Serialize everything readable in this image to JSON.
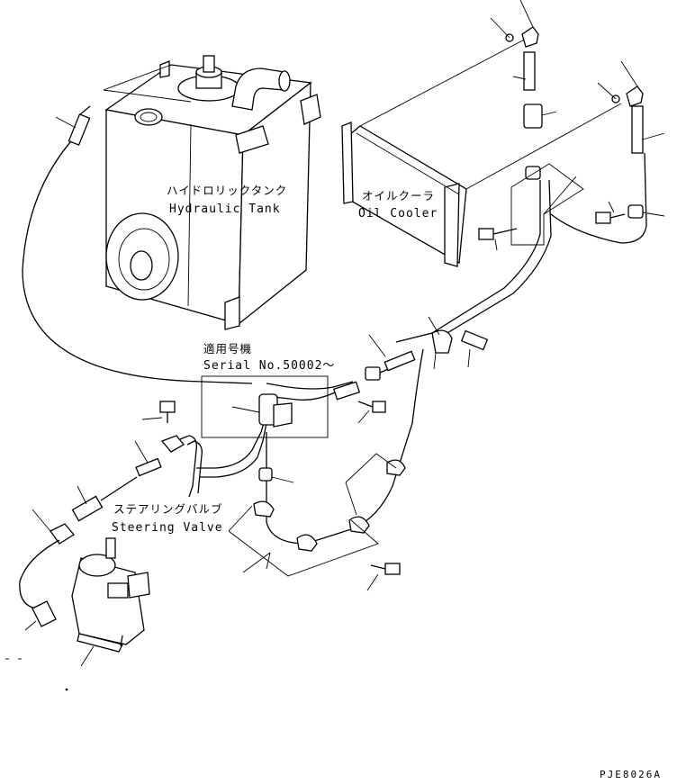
{
  "labels": {
    "hydraulic_tank_jp": "ハイドロリックタンク",
    "hydraulic_tank_en": "Hydraulic Tank",
    "oil_cooler_jp": "オイルクーラ",
    "oil_cooler_en": "Oil Cooler",
    "serial_jp": "適用号機",
    "serial_en": "Serial No.50002～",
    "steering_valve_jp": "ステアリングバルブ",
    "steering_valve_en": "Steering Valve"
  },
  "drawing_code": "PJE8026A"
}
